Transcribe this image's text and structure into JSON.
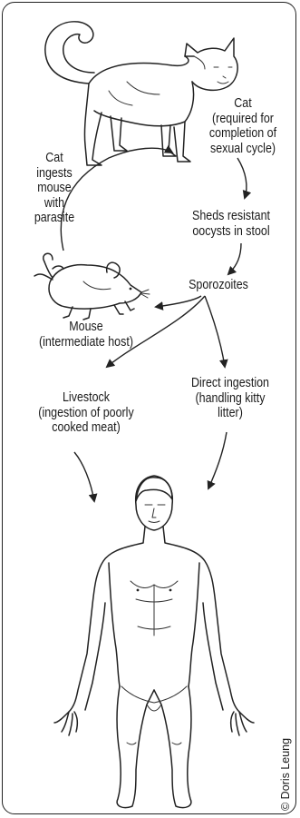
{
  "labels": {
    "cat": "Cat\n(required for\ncompletion of\nsexual cycle)",
    "cat_ingests": "Cat\ningests\nmouse\nwith\nparasite",
    "sheds": "Sheds resistant\noocysts in stool",
    "sporozoites": "Sporozoites",
    "mouse": "Mouse\n(intermediate host)",
    "direct": "Direct ingestion\n(handling kitty\nlitter)",
    "livestock": "Livestock\n(ingestion of poorly\ncooked meat)"
  },
  "credit": "© Doris Leung"
}
